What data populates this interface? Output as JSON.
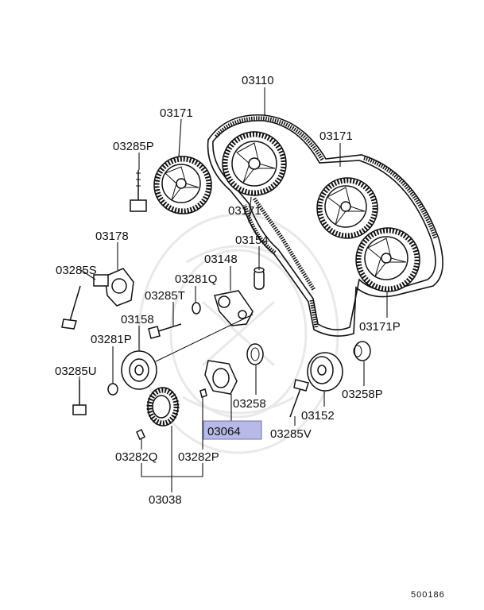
{
  "labels": {
    "l03110": "03110",
    "l03171_a": "03171",
    "l03171_b": "03171",
    "l03171_c": "03171",
    "l03171p": "03171P",
    "l03285p": "03285P",
    "l03178": "03178",
    "l03154": "03154",
    "l03148": "03148",
    "l03285s": "03285S",
    "l03281q": "03281Q",
    "l03285t": "03285T",
    "l03158": "03158",
    "l03281p": "03281P",
    "l03285u": "03285U",
    "l03258": "03258",
    "l03258p": "03258P",
    "l03152": "03152",
    "l03064": "03064",
    "l03285v": "03285V",
    "l03282q": "03282Q",
    "l03282p": "03282P",
    "l03038": "03038"
  },
  "diagram_code": "500186",
  "highlight_color": "#b7b9e6"
}
